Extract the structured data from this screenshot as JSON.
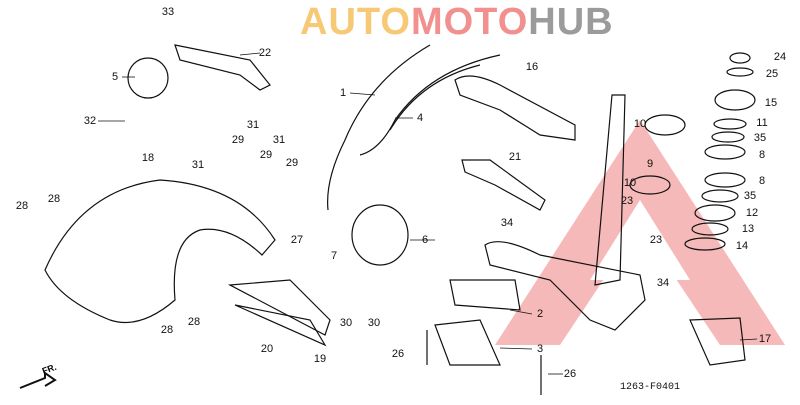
{
  "diagram_code": "1263-F0401",
  "front_marker": "FR.",
  "watermark": {
    "part1": "AUTO",
    "part2": "MOTO",
    "part3": "HUB",
    "colors": {
      "auto": "#f5b84a",
      "moto": "#ee6b6b",
      "hub": "#7a7a7a",
      "triangle": "#f08080"
    }
  },
  "callouts": [
    "33",
    "22",
    "5",
    "32",
    "1",
    "4",
    "16",
    "24",
    "25",
    "15",
    "11",
    "10",
    "35",
    "8",
    "9",
    "10",
    "8",
    "35",
    "12",
    "13",
    "14",
    "23",
    "23",
    "21",
    "18",
    "31",
    "29",
    "31",
    "29",
    "31",
    "29",
    "28",
    "28",
    "34",
    "6",
    "27",
    "7",
    "34",
    "2",
    "3",
    "28",
    "28",
    "30",
    "30",
    "20",
    "19",
    "26",
    "26",
    "17"
  ]
}
